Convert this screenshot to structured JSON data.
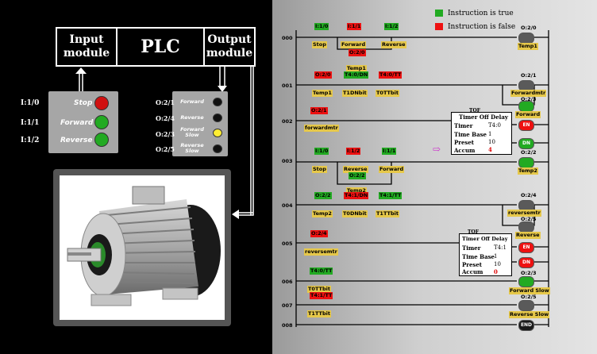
{
  "plc": {
    "input_module": "Input\nmodule",
    "center": "PLC",
    "output_module": "Output\nmodule"
  },
  "inputs": [
    {
      "addr": "I:1/0",
      "label": "Stop",
      "color": "#d01010"
    },
    {
      "addr": "I:1/1",
      "label": "Forward",
      "color": "#22aa22"
    },
    {
      "addr": "I:1/2",
      "label": "Reverse",
      "color": "#22aa22"
    }
  ],
  "outputs": [
    {
      "addr": "O:2/1",
      "label": "Forward",
      "color": "#111111"
    },
    {
      "addr": "O:2/4",
      "label": "Reverse",
      "color": "#111111"
    },
    {
      "addr": "O:2/3",
      "label": "Forward\nSlow",
      "color": "#ffee33"
    },
    {
      "addr": "O:2/5",
      "label": "Reverse\nSlow",
      "color": "#111111"
    }
  ],
  "legend": {
    "true_label": "Instruction is true",
    "false_label": "Instruction is false",
    "true_color": "#22aa22",
    "false_color": "#ee1111"
  },
  "rungs": {
    "r000": "000",
    "r001": "001",
    "r002": "002",
    "r003": "003",
    "r004": "004",
    "r005": "005",
    "r006": "006",
    "r007": "007",
    "r008": "008"
  },
  "contacts": {
    "c0a_addr": "I:1/0",
    "c0a_name": "Stop",
    "c0b_addr": "I:1/1",
    "c0b_name": "Forward",
    "c0c_addr": "I:1/2",
    "c0c_name": "Reverse",
    "c0d_addr": "O:2/0",
    "c0d_name": "Temp1",
    "c1a_addr": "O:2/0",
    "c1a_name": "Temp1",
    "c1b_addr": "T4:0/DN",
    "c1b_name": "T1DNbit",
    "c1c_addr": "T4:0/TT",
    "c1c_name": "T0TTbit",
    "c2a_addr": "O:2/1",
    "c2a_name": "forwardmtr",
    "c3a_addr": "I:1/0",
    "c3a_name": "Stop",
    "c3b_addr": "I:1/2",
    "c3b_name": "Reverse",
    "c3c_addr": "I:1/1",
    "c3c_name": "Forward",
    "c3d_addr": "O:2/2",
    "c3d_name": "Temp2",
    "c4a_addr": "O:2/2",
    "c4a_name": "Temp2",
    "c4b_addr": "T4:1/DN",
    "c4b_name": "T0DNbit",
    "c4c_addr": "T4:1/TT",
    "c4c_name": "T1TTbit",
    "c5a_addr": "O:2/4",
    "c5a_name": "reversemtr",
    "c6a_addr": "T4:0/TT",
    "c6a_name": "T0TTbit",
    "c7a_addr": "T4:1/TT",
    "c7a_name": "T1TTbit"
  },
  "coils": {
    "o0_addr": "O:2/0",
    "o0_name": "Temp1",
    "o1_addr": "O:2/1",
    "o1_name": "Forwardmtr",
    "o1b_addr": "O:2/3",
    "o1b_name": "Forward",
    "o3_addr": "O:2/2",
    "o3_name": "Temp2",
    "o4_addr": "O:2/4",
    "o4_name": "reversemtr",
    "o4b_addr": "O:2/5",
    "o4b_name": "Reverse",
    "o6_addr": "O:2/3",
    "o6_name": "Forward Slow",
    "o7_addr": "O:2/5",
    "o7_name": "Reverse Slow",
    "en": "EN",
    "dn": "DN",
    "end": "END"
  },
  "timer0": {
    "type": "TOF",
    "title": "Timer Off Delay",
    "timer_k": "Timer",
    "timer_v": "T4:0",
    "base_k": "Time Base",
    "base_v": "1",
    "preset_k": "Preset",
    "preset_v": "10",
    "accum_k": "Accum",
    "accum_v": "4"
  },
  "timer1": {
    "type": "TOF",
    "title": "Timer Off Delay",
    "timer_k": "Timer",
    "timer_v": "T4:1",
    "base_k": "Time Base",
    "base_v": "1",
    "preset_k": "Preset",
    "preset_v": "10",
    "accum_k": "Accum",
    "accum_v": "0"
  },
  "arrow_glyph": "⇨"
}
